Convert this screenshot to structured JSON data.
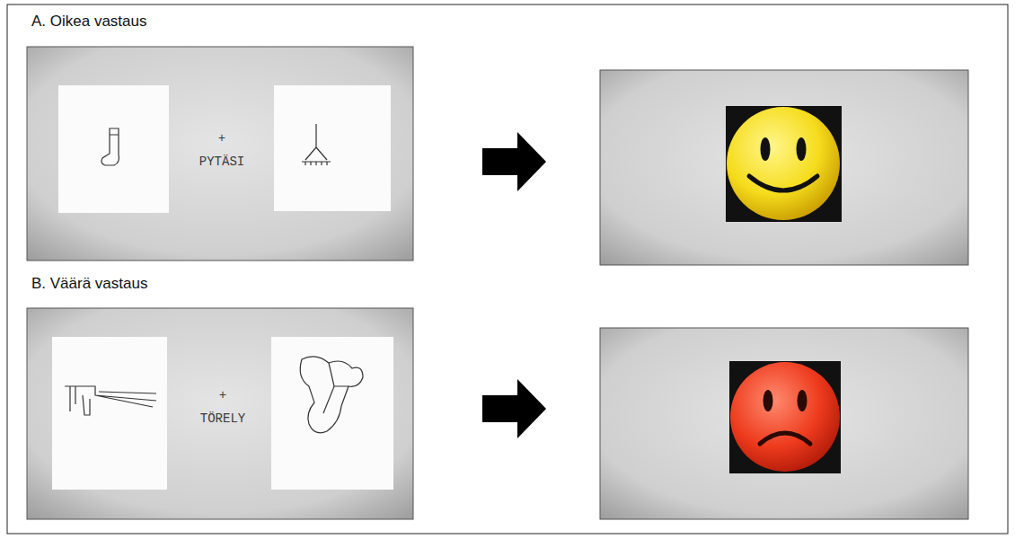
{
  "diagram": {
    "labels": [
      "A. Oikea vastaus",
      "+",
      "PYTÄSI",
      "B. Väärä vastaus",
      "+",
      "TÖRELY"
    ]
  }
}
